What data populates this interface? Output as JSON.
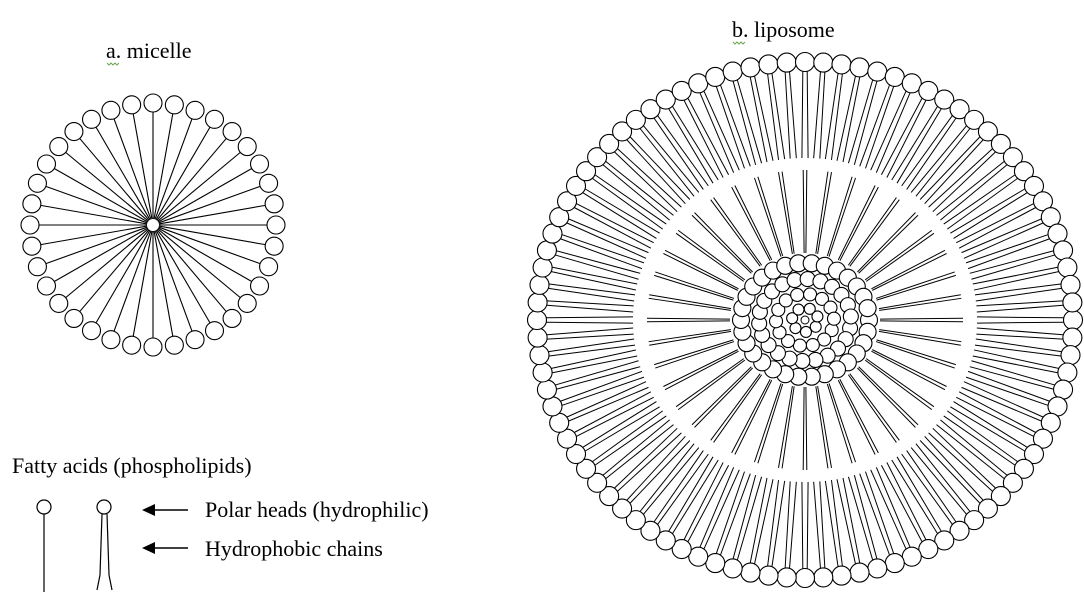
{
  "micelle": {
    "letter": "a",
    "label": ". micelle"
  },
  "liposome": {
    "letter": "b",
    "label": ". liposome"
  },
  "legend": {
    "title": "Fatty acids (phospholipids)",
    "polar_heads_label": "Polar heads (hydrophilic)",
    "chains_label": "Hydrophobic chains"
  }
}
